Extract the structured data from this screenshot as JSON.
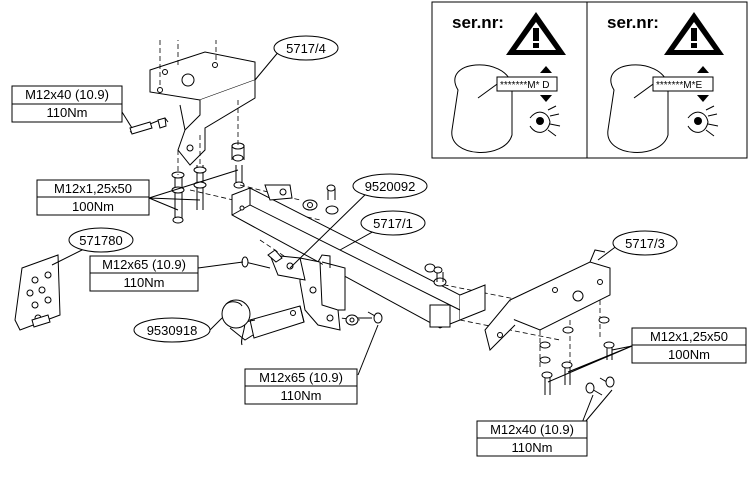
{
  "warning_panels": [
    {
      "heading": "ser.nr:",
      "plate": "*******M* D"
    },
    {
      "heading": "ser.nr:",
      "plate": "*******M*E"
    }
  ],
  "part_numbers": {
    "left_bracket": "5717/4",
    "crossbar_bracket": "9520092",
    "crossbar": "5717/1",
    "right_bracket": "5717/3",
    "electric_kit": "571780",
    "towball": "9530918"
  },
  "bolt_specs": {
    "top_left": {
      "size": "M12x40 (10.9)",
      "torque": "110Nm"
    },
    "left_mid": {
      "size": "M12x1,25x50",
      "torque": "100Nm"
    },
    "center_left": {
      "size": "M12x65 (10.9)",
      "torque": "110Nm"
    },
    "center_bottom": {
      "size": "M12x65 (10.9)",
      "torque": "110Nm"
    },
    "right_mid": {
      "size": "M12x1,25x50",
      "torque": "100Nm"
    },
    "bottom_right": {
      "size": "M12x40 (10.9)",
      "torque": "110Nm"
    }
  }
}
